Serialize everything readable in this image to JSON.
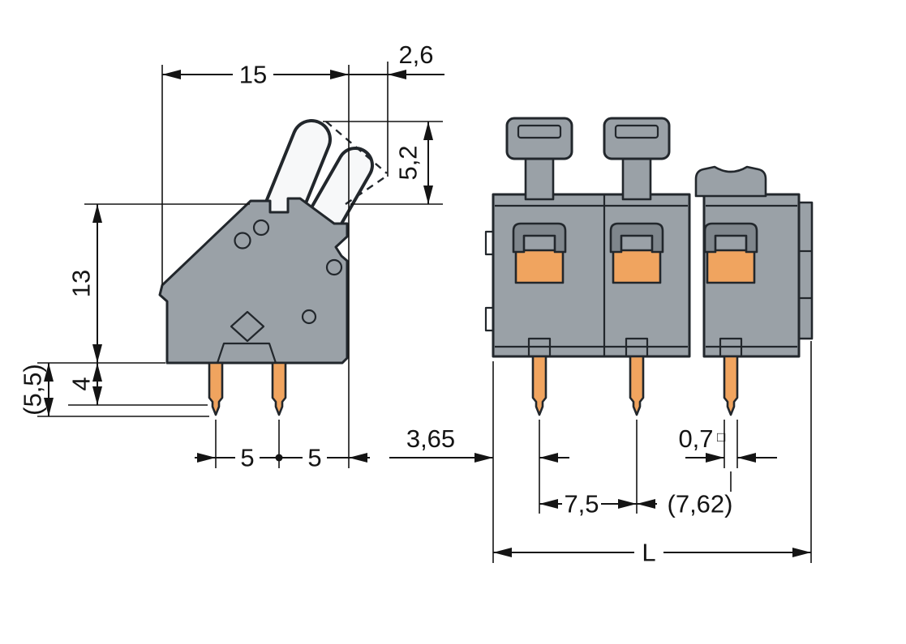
{
  "colors": {
    "background": "#ffffff",
    "housing_gray": "#9aa1a7",
    "clamp_gray": "#7f868c",
    "contact_orange": "#f0a45f",
    "lever_white": "#f7f8f9",
    "outline_dark": "#22272c",
    "dimension_black": "#141414"
  },
  "side_view": {
    "dims": {
      "width": "15",
      "lever_offset": "2,6",
      "lever_height": "5,2",
      "height": "13",
      "pin_total": "(5,5)",
      "pin_length": "4",
      "pin_gap_left": "5",
      "pin_gap_right": "5"
    }
  },
  "front_view": {
    "dims": {
      "edge_to_pin": "3,65",
      "pin_cross_section": "0,7",
      "square_symbol": "□",
      "pitch": "7,5",
      "pitch_alt": "(7,62)",
      "total_length": "L"
    }
  }
}
